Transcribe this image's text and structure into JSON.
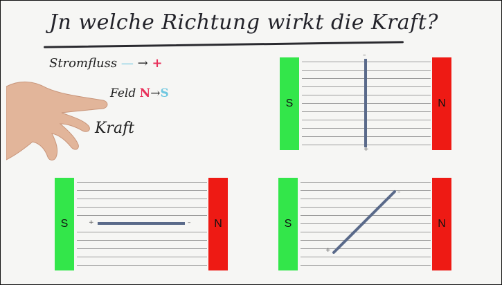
{
  "title": "Jn welche Richtung wirkt die Kraft?",
  "notes": {
    "stromfluss_label": "Stromfluss",
    "stromfluss_from": "—",
    "stromfluss_arrow": "→",
    "stromfluss_to": "+",
    "feld_label": "Feld",
    "feld_from": "N",
    "feld_arrow": "→",
    "feld_to": "S",
    "kraft_label": "Kraft"
  },
  "diagrams": [
    {
      "south_label": "S",
      "north_label": "N",
      "plus_label": "+",
      "minus_label": "–",
      "conductor": "vertical"
    },
    {
      "south_label": "S",
      "north_label": "N",
      "plus_label": "+",
      "minus_label": "–",
      "conductor": "horizontal"
    },
    {
      "south_label": "S",
      "north_label": "N",
      "plus_label": "+",
      "minus_label": "–",
      "conductor": "diagonal"
    }
  ],
  "colors": {
    "south_pole": "#33e64a",
    "north_pole": "#ee1a14",
    "conductor": "#5a6a8a",
    "field_line": "#9a9a9a",
    "minus_marker": "#6fc7e0",
    "plus_marker": "#e8305a"
  },
  "icons": {
    "hand": "pointing-hand-icon"
  }
}
